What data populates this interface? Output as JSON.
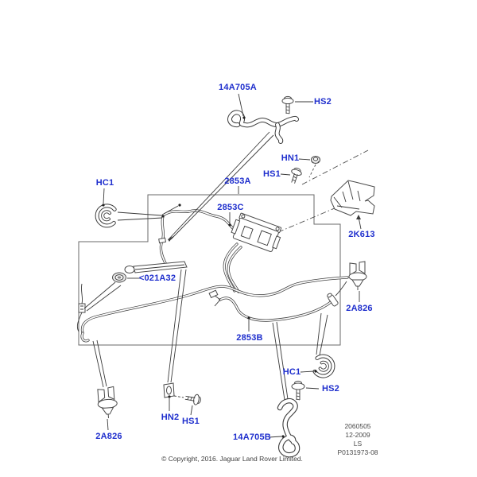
{
  "callouts": [
    {
      "id": "14a705a-top",
      "text": "14A705A"
    },
    {
      "id": "hs2-top",
      "text": "HS2"
    },
    {
      "id": "hn1",
      "text": "HN1"
    },
    {
      "id": "hs1-top",
      "text": "HS1"
    },
    {
      "id": "2k613",
      "text": "2K613"
    },
    {
      "id": "hc1-top",
      "text": "HC1"
    },
    {
      "id": "2853a",
      "text": "2853A"
    },
    {
      "id": "2853c",
      "text": "2853C"
    },
    {
      "id": "021a32",
      "text": "<021A32"
    },
    {
      "id": "2a826-right",
      "text": "2A826"
    },
    {
      "id": "2853b",
      "text": "2853B"
    },
    {
      "id": "hc1-bottom",
      "text": "HC1"
    },
    {
      "id": "hs2-bottom",
      "text": "HS2"
    },
    {
      "id": "2a826-bottom",
      "text": "2A826"
    },
    {
      "id": "hn2",
      "text": "HN2"
    },
    {
      "id": "hs1-bottom",
      "text": "HS1"
    },
    {
      "id": "14a705b",
      "text": "14A705B"
    }
  ],
  "info_box": {
    "line1": "2060505",
    "line2": "12-2009",
    "line3": "LS",
    "line4": "P0131973-08"
  },
  "copyright": "© Copyright, 2016. Jaguar Land Rover Limited.",
  "colors": {
    "label_blue": "#1e2ecd",
    "line_gray": "#3a3a3a"
  }
}
